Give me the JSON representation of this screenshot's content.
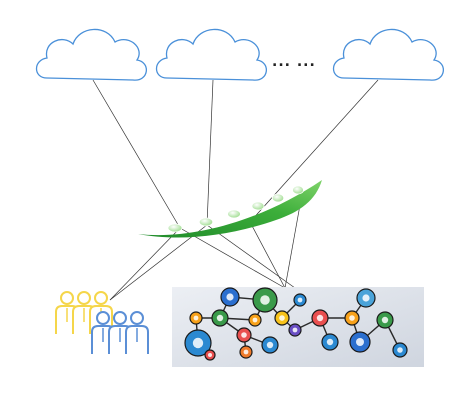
{
  "diagram": {
    "clouds": [
      {
        "id": "cloud-1"
      },
      {
        "id": "cloud-2"
      },
      {
        "id": "cloud-3"
      }
    ],
    "ellipsis_label": "... ...",
    "leaf": {
      "droplet_count": 6,
      "color": "#3cae3a"
    },
    "people_group": {
      "yellow_figures": 3,
      "blue_figures": 3,
      "yellow_color": "#f5d64a",
      "blue_color": "#5b8fd6"
    },
    "iot_panel": {
      "background": "#dfe3ea",
      "icons": [
        "wifi-icon",
        "car-icon",
        "factory-icon",
        "cart-icon",
        "house-icon",
        "phone-icon",
        "camera-icon",
        "gear-icon",
        "person-icon",
        "truck-icon"
      ]
    },
    "colors": {
      "cloud_stroke": "#4a90d9",
      "line": "#333333"
    }
  }
}
